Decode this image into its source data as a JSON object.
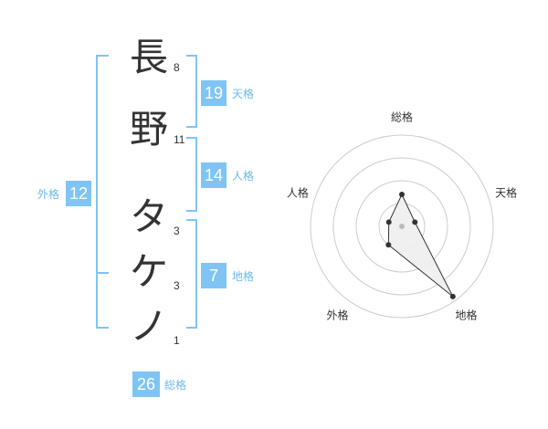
{
  "name_chars": [
    {
      "char": "長",
      "strokes": "8"
    },
    {
      "char": "野",
      "strokes": "11"
    },
    {
      "char": "タ",
      "strokes": "3"
    },
    {
      "char": "ケ",
      "strokes": "3"
    },
    {
      "char": "ノ",
      "strokes": "1"
    }
  ],
  "fortunes": {
    "ten": {
      "value": "19",
      "label": "天格"
    },
    "jin": {
      "value": "14",
      "label": "人格"
    },
    "chi": {
      "value": "7",
      "label": "地格"
    },
    "gai": {
      "value": "12",
      "label": "外格"
    },
    "sou": {
      "value": "26",
      "label": "総格"
    }
  },
  "colors": {
    "accent": "#7fc4f5",
    "accent_text": "#6bb8ec",
    "text": "#333333",
    "ring": "#cccccc",
    "fill": "#eeeeee"
  },
  "chart_data": {
    "type": "radar",
    "axes": [
      "総格",
      "天格",
      "地格",
      "外格",
      "人格"
    ],
    "values": [
      0.35,
      0.15,
      0.95,
      0.25,
      0.15
    ],
    "rings": 4
  }
}
